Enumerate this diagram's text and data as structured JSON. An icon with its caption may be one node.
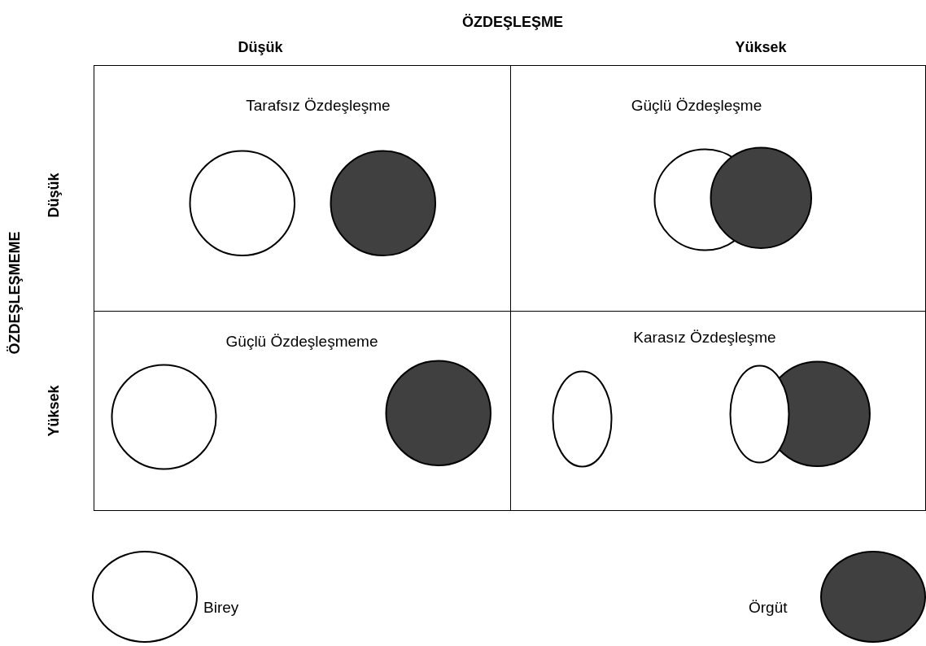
{
  "diagram": {
    "nodes": [
      {
        "text": [
          "Tarafsız Özdeşleşme"
        ]
      },
      {
        "text": [],
        "shape": "circle",
        "in": 0
      },
      {
        "text": [],
        "shape": "circle",
        "in": 0
      },
      {
        "text": [
          "Güçlü Özdeşleşme"
        ]
      },
      {
        "text": [],
        "shape": "circle",
        "in": 3
      },
      {
        "text": [],
        "shape": "circle",
        "in": 3
      },
      {
        "text": [
          "Güçlü Özdeşleşmeme"
        ]
      },
      {
        "text": [],
        "shape": "circle",
        "in": 6
      },
      {
        "text": [],
        "shape": "circle",
        "in": 6
      },
      {
        "text": [
          "Karasız Özdeşleşme"
        ]
      },
      {
        "text": [],
        "shape": "ellipse",
        "in": 9
      },
      {
        "text": [],
        "shape": "circle",
        "in": 9
      },
      {
        "text": [],
        "shape": "ellipse",
        "in": 9
      }
    ],
    "edges": [],
    "labels": [
      "ÖZDEŞLEŞME",
      "Düşük",
      "Yüksek",
      "ÖZDEŞLEŞMEME",
      "Düşük",
      "Yüksek"
    ],
    "legend": [
      {
        "text": "Birey",
        "color": "#ffffff"
      },
      {
        "text": "Örgüt",
        "color": "#404040"
      }
    ]
  }
}
